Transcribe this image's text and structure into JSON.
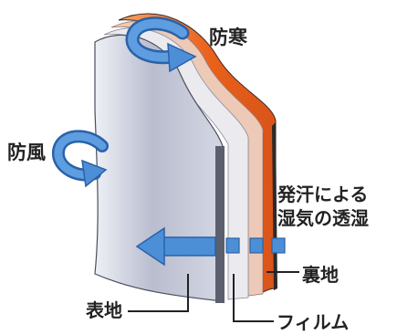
{
  "labels": {
    "windproof_cold": "防寒",
    "windproof": "防風",
    "moisture_line1": "発汗による",
    "moisture_line2": "湿気の透湿",
    "lining": "裏地",
    "outer_fabric": "表地",
    "film": "フィルム"
  },
  "colors": {
    "arrow_blue": "#4d8fd6",
    "arrow_dark": "#2a62a8",
    "outer_fabric": "#c4c7d6",
    "film": "#e4e4ea",
    "middle_layer": "#e8c4b4",
    "lining": "#e96a1c",
    "text": "#222222"
  },
  "icons": [
    "wind-swirl-arrow-icon",
    "wind-swirl-arrow-icon",
    "moisture-arrow-icon",
    "moisture-square-icon"
  ]
}
